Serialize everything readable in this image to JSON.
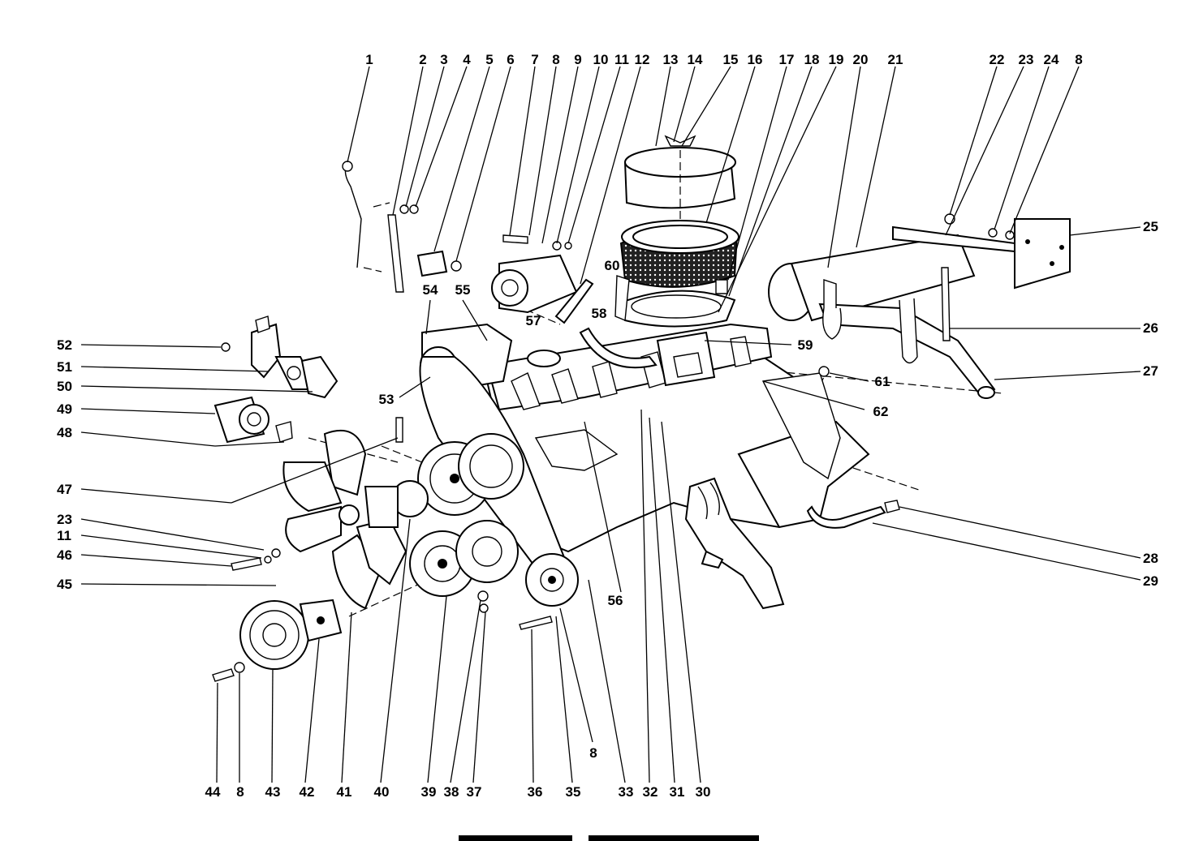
{
  "diagram": {
    "caption_hidden": "",
    "callouts_top": [
      {
        "id": "c1",
        "text": "1"
      },
      {
        "id": "c2",
        "text": "2"
      },
      {
        "id": "c3",
        "text": "3"
      },
      {
        "id": "c4",
        "text": "4"
      },
      {
        "id": "c5",
        "text": "5"
      },
      {
        "id": "c6",
        "text": "6"
      },
      {
        "id": "c7",
        "text": "7"
      },
      {
        "id": "c8a",
        "text": "8"
      },
      {
        "id": "c9",
        "text": "9"
      },
      {
        "id": "c10",
        "text": "10"
      },
      {
        "id": "c11a",
        "text": "11"
      },
      {
        "id": "c12",
        "text": "12"
      },
      {
        "id": "c13",
        "text": "13"
      },
      {
        "id": "c14",
        "text": "14"
      },
      {
        "id": "c15",
        "text": "15"
      },
      {
        "id": "c16",
        "text": "16"
      },
      {
        "id": "c17",
        "text": "17"
      },
      {
        "id": "c18",
        "text": "18"
      },
      {
        "id": "c19",
        "text": "19"
      },
      {
        "id": "c20",
        "text": "20"
      },
      {
        "id": "c21",
        "text": "21"
      },
      {
        "id": "c22",
        "text": "22"
      },
      {
        "id": "c23a",
        "text": "23"
      },
      {
        "id": "c24",
        "text": "24"
      },
      {
        "id": "c8b",
        "text": "8"
      }
    ],
    "callouts_right": [
      {
        "id": "c25",
        "text": "25"
      },
      {
        "id": "c26",
        "text": "26"
      },
      {
        "id": "c27",
        "text": "27"
      },
      {
        "id": "c28",
        "text": "28"
      },
      {
        "id": "c29",
        "text": "29"
      }
    ],
    "callouts_inner": [
      {
        "id": "c60",
        "text": "60"
      },
      {
        "id": "c58",
        "text": "58"
      },
      {
        "id": "c54",
        "text": "54"
      },
      {
        "id": "c55",
        "text": "55"
      },
      {
        "id": "c57",
        "text": "57"
      },
      {
        "id": "c59",
        "text": "59"
      },
      {
        "id": "c61",
        "text": "61"
      },
      {
        "id": "c62",
        "text": "62"
      },
      {
        "id": "c53",
        "text": "53"
      },
      {
        "id": "c56",
        "text": "56"
      }
    ],
    "callouts_left": [
      {
        "id": "c52",
        "text": "52"
      },
      {
        "id": "c51",
        "text": "51"
      },
      {
        "id": "c50",
        "text": "50"
      },
      {
        "id": "c49",
        "text": "49"
      },
      {
        "id": "c48",
        "text": "48"
      },
      {
        "id": "c47",
        "text": "47"
      },
      {
        "id": "c23b",
        "text": "23"
      },
      {
        "id": "c11b",
        "text": "11"
      },
      {
        "id": "c46",
        "text": "46"
      },
      {
        "id": "c45",
        "text": "45"
      }
    ],
    "callouts_bottom": [
      {
        "id": "c44",
        "text": "44"
      },
      {
        "id": "c8c",
        "text": "8"
      },
      {
        "id": "c43",
        "text": "43"
      },
      {
        "id": "c42",
        "text": "42"
      },
      {
        "id": "c41",
        "text": "41"
      },
      {
        "id": "c40",
        "text": "40"
      },
      {
        "id": "c39",
        "text": "39"
      },
      {
        "id": "c38",
        "text": "38"
      },
      {
        "id": "c37",
        "text": "37"
      },
      {
        "id": "c36",
        "text": "36"
      },
      {
        "id": "c35",
        "text": "35"
      },
      {
        "id": "c8d",
        "text": "8"
      },
      {
        "id": "c33",
        "text": "33"
      },
      {
        "id": "c32",
        "text": "32"
      },
      {
        "id": "c31",
        "text": "31"
      },
      {
        "id": "c30",
        "text": "30"
      }
    ]
  }
}
